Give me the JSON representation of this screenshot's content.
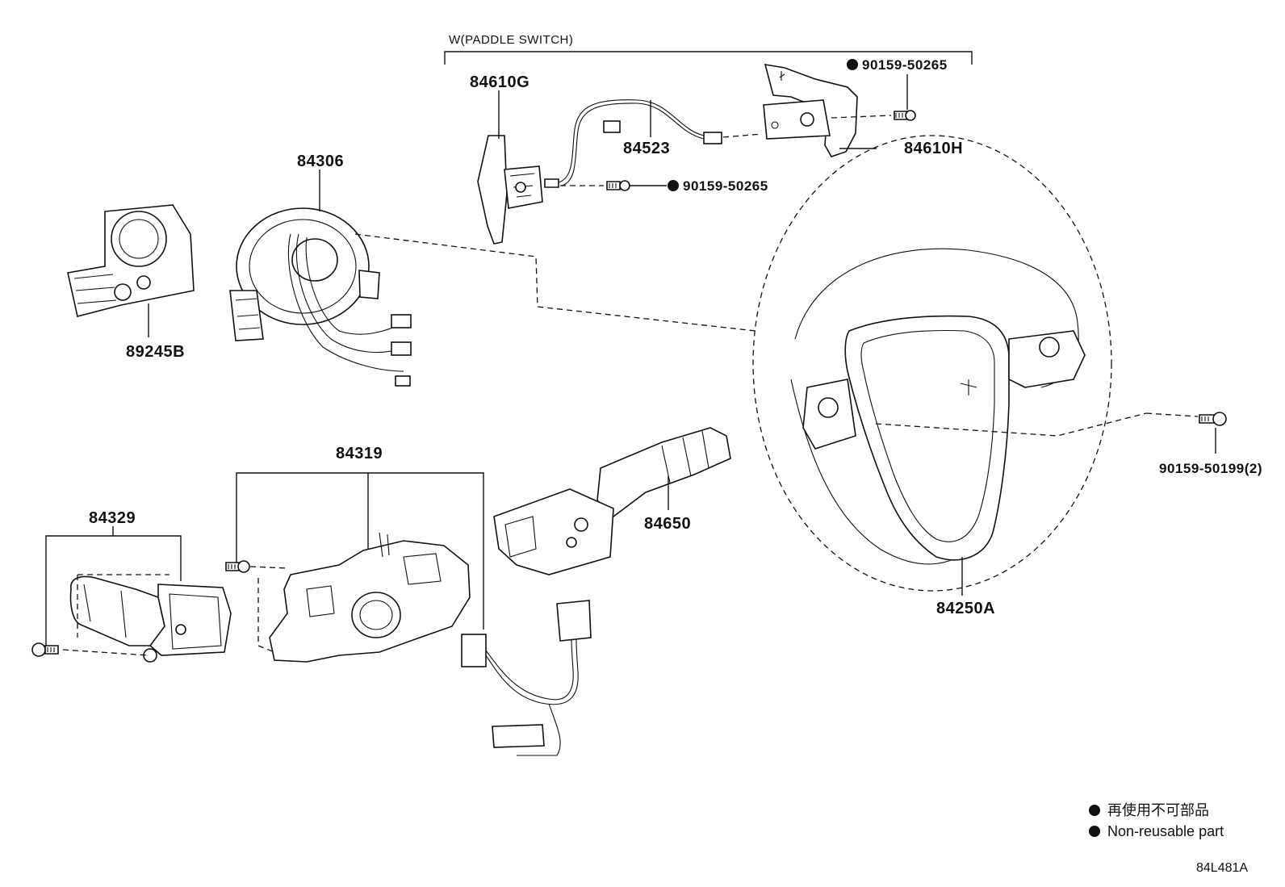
{
  "group_label": "W(PADDLE SWITCH)",
  "parts": {
    "p84610G": "84610G",
    "p84523": "84523",
    "p84610H": "84610H",
    "p90159_50265_top": "90159-50265",
    "p90159_50265_mid": "90159-50265",
    "p84306": "84306",
    "p89245B": "89245B",
    "p90159_50199": "90159-50199(2)",
    "p84319": "84319",
    "p84329": "84329",
    "p84650": "84650",
    "p84250A": "84250A"
  },
  "legend": {
    "line_ja": "再使用不可部品",
    "line_en": "Non-reusable part"
  },
  "diagram_code": "84L481A",
  "colors": {
    "ink": "#111111",
    "background": "#ffffff"
  }
}
